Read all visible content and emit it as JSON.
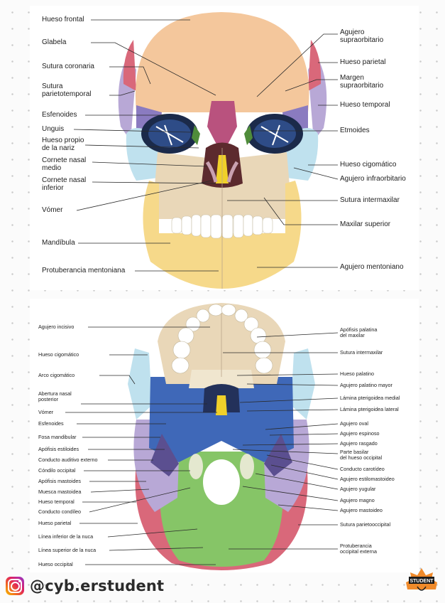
{
  "top_labels_left": [
    "Hueso frontal",
    "Glabela",
    "Sutura coronaria",
    "Sutura\nparietotemporal",
    "Esfenoides",
    "Unguis",
    "Hueso propio\nde la nariz",
    "Cornete nasal\nmedio",
    "Cornete nasal\ninferior",
    "Vómer",
    "Mandíbula",
    "Protuberancia mentoniana"
  ],
  "top_labels_right": [
    "Agujero\nsupraorbitario",
    "Hueso parietal",
    "Margen\nsupraorbitario",
    "Hueso temporal",
    "Etmoides",
    "Hueso cigomático",
    "Agujero infraorbitario",
    "Sutura intermaxilar",
    "Maxilar superior",
    "Agujero mentoniano"
  ],
  "bottom_labels_left": [
    "Agujero incisivo",
    "Hueso cigomático",
    "Arco cigomático",
    "Abertura nasal\nposterior",
    "Vómer",
    "Esfenoides",
    "Fosa mandibular",
    "Apófisis estiloides",
    "Conducto auditivo externo",
    "Cóndilo occipital",
    "Apófisis mastoides",
    "Muesca mastoidea",
    "Hueso temporal",
    "Conducto condíleo",
    "Hueso parietal",
    "Línea inferior de la nuca",
    "Línea superior de la nuca",
    "Hueso occipital"
  ],
  "bottom_labels_right": [
    "Apófisis palatina\ndel maxilar",
    "Sutura intermaxilar",
    "Hueso palatino",
    "Agujero palatino mayor",
    "Lámina pterigoidea medial",
    "Lámina pterigoidea lateral",
    "Agujero oval",
    "Agujero espinoso",
    "Agujero rasgado",
    "Parte basilar\ndel hueso occipital",
    "Conducto carotídeo",
    "Agujero estilomastoideo",
    "Agujero yugular",
    "Agujero magno",
    "Agujero mastoideo",
    "Sutura parietooccipital",
    "Protuberancia\noccipital externa"
  ],
  "footer": {
    "icon": "instagram-icon",
    "handle": "@cyb.erstudent"
  },
  "badge": {
    "icon": "brand-badge-icon",
    "text": "STUDENT"
  },
  "colors": {
    "frontal": "#f4c79c",
    "parietal": "#d9687a",
    "temporal": "#b8a8d6",
    "sphenoid": "#3f68b8",
    "zygomatic": "#bfe1ee",
    "maxilla": "#e9d7b8",
    "mandible": "#f6d98a",
    "ethmoid": "#4f8c3a",
    "nasal": "#b9527e",
    "vomer": "#f0d02a",
    "occipital": "#86c567",
    "palatine": "#f0e6cf"
  }
}
